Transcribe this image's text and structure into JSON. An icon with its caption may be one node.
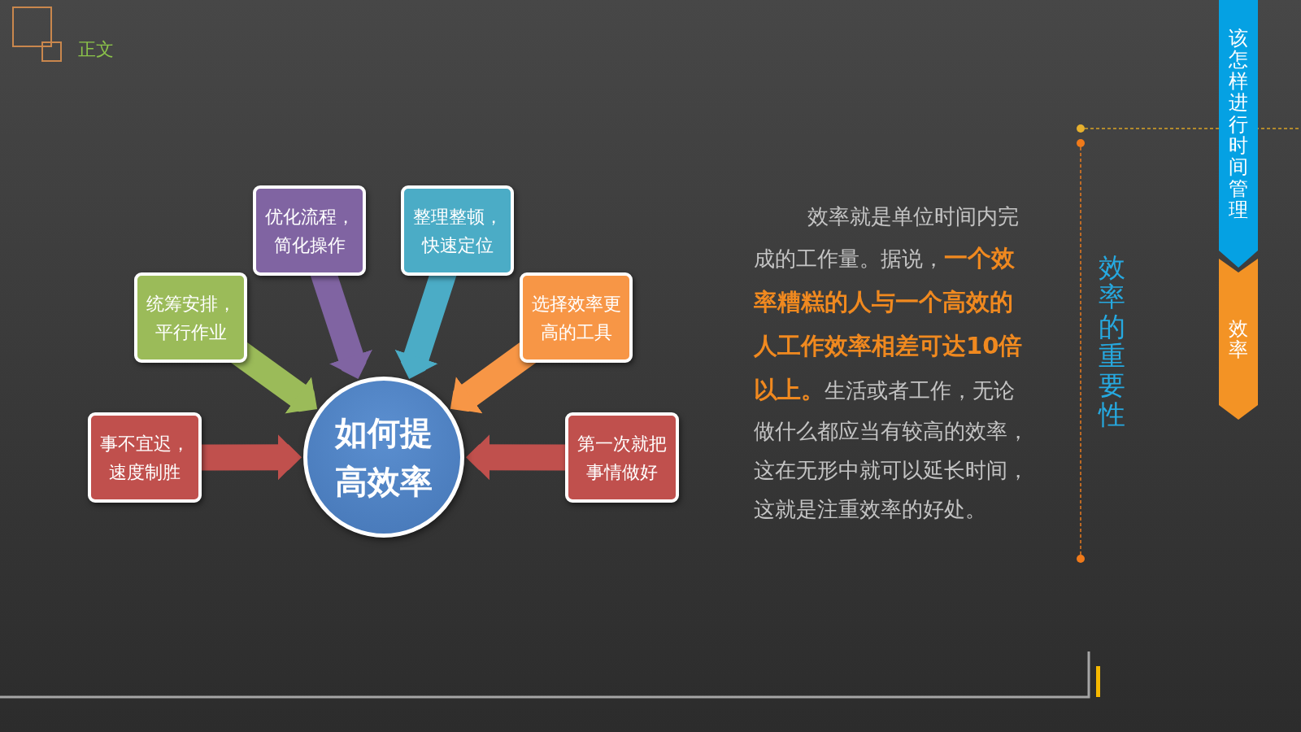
{
  "diagram": {
    "title": "效率的重要性",
    "nodes": [
      {
        "text": [
          "优化流程，简化操作"
        ]
      },
      {
        "text": [
          "整理整顿，快速定位"
        ]
      },
      {
        "text": [
          "统筹安排，平行作业"
        ]
      },
      {
        "text": [
          "选择效率更高的工具"
        ]
      },
      {
        "text": [
          "事不宜迟，速度制胜"
        ]
      },
      {
        "text": [
          "如何提高效率"
        ]
      },
      {
        "text": [
          "第一次就把事情做好"
        ]
      },
      {
        "text": [
          "该怎样进行时间管理"
        ]
      },
      {
        "text": [
          "效率"
        ]
      }
    ],
    "edges": [
      {
        "from": 0,
        "to": 5,
        "arrow": "to",
        "color": "#8064a2"
      },
      {
        "from": 1,
        "to": 5,
        "arrow": "to",
        "color": "#4bacc6"
      },
      {
        "from": 2,
        "to": 5,
        "arrow": "to",
        "color": "#9bbb59"
      },
      {
        "from": 3,
        "to": 5,
        "arrow": "to",
        "color": "#f79646"
      },
      {
        "from": 4,
        "to": 5,
        "arrow": "to",
        "color": "#c0504d"
      },
      {
        "from": 6,
        "to": 5,
        "arrow": "to",
        "color": "#c0504d"
      }
    ],
    "labels": [
      "正文",
      "效率就是单位时间内完成的工作量。据说，**一个效率糟糕的人与一个高效的人工作效率相差可达10倍以上。**生活或者工作，无论做什么都应当有较高的效率，这在无形中就可以延长时间，这就是注重效率的好处。"
    ]
  }
}
